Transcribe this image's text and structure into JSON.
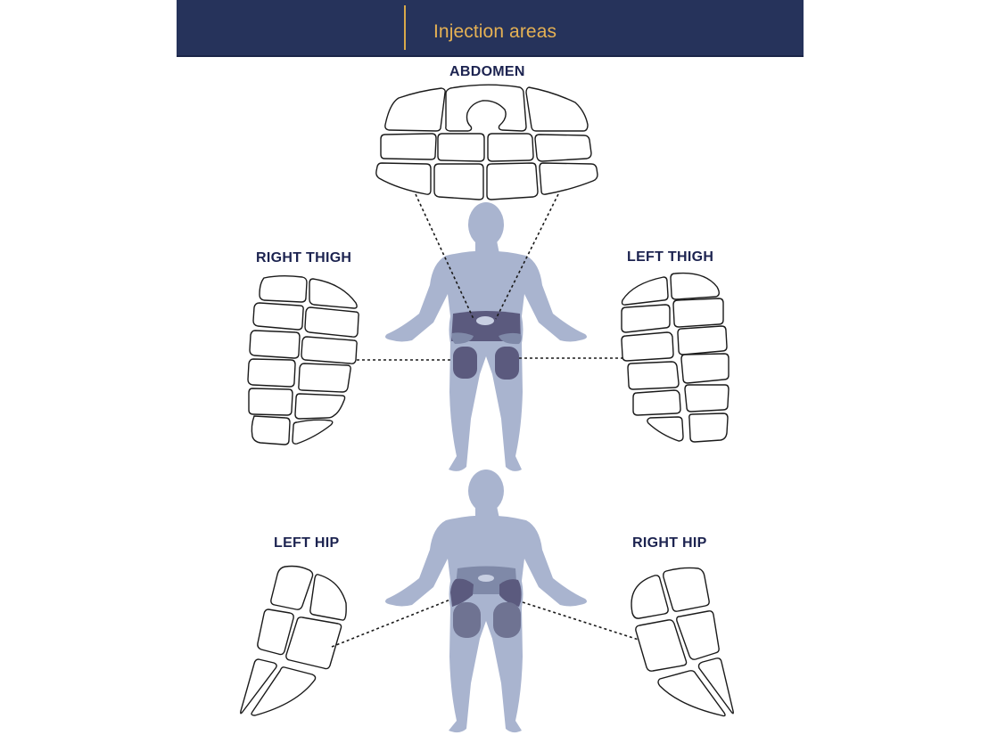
{
  "header": {
    "title": "Injection areas",
    "background_color": "#26335b",
    "accent_color": "#e5b154"
  },
  "regions": {
    "abdomen": {
      "label": "ABDOMEN",
      "cells": 12
    },
    "right_thigh": {
      "label": "RIGHT THIGH",
      "cells": 12
    },
    "left_thigh": {
      "label": "LEFT THIGH",
      "cells": 12
    },
    "left_hip": {
      "label": "LEFT HIP",
      "cells": 6
    },
    "right_hip": {
      "label": "RIGHT HIP",
      "cells": 6
    }
  },
  "figures": {
    "front": {
      "view": "front",
      "highlight_color": "#5b5a7e",
      "body_color": "#a9b4cf"
    },
    "back": {
      "view": "back",
      "highlight_color": "#5b5a7e",
      "body_color": "#a9b4cf"
    }
  }
}
